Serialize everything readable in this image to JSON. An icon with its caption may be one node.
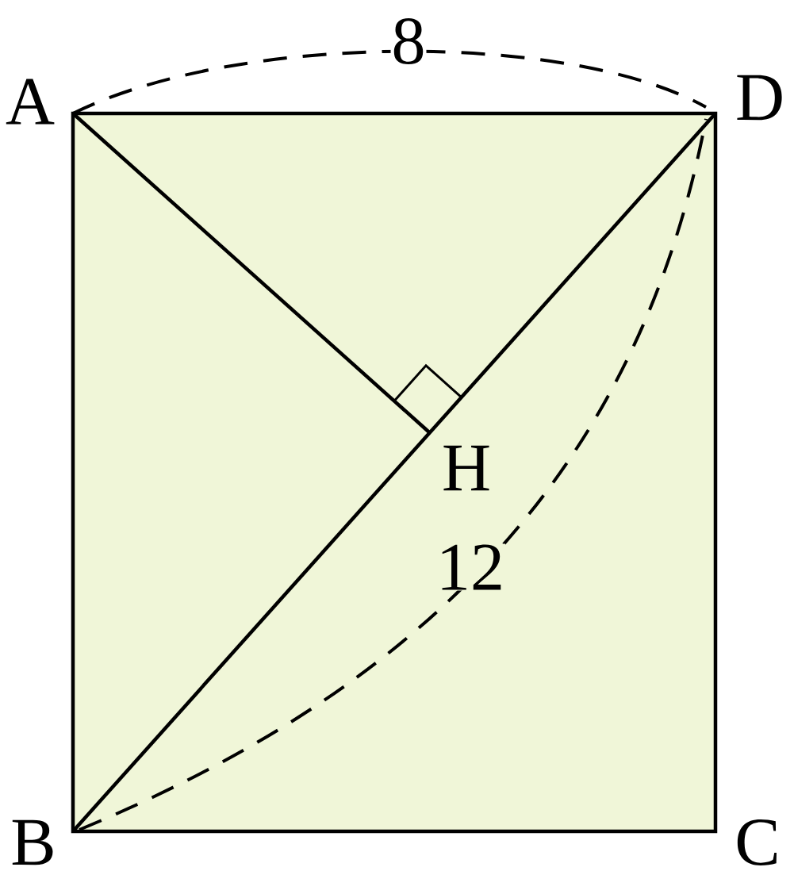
{
  "diagram": {
    "labels": [
      "8",
      "A",
      "D",
      "H",
      "12",
      "B",
      "C"
    ]
  }
}
